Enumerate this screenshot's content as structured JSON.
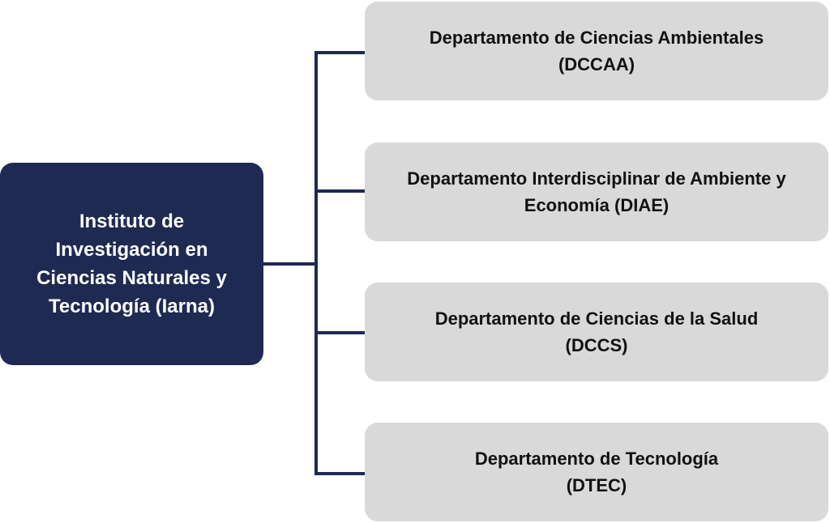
{
  "root": {
    "label": "Instituto de Investigación en Ciencias Naturales y Tecnología (Iarna)"
  },
  "departments": [
    {
      "label": "Departamento de Ciencias Ambientales (DCCAA)"
    },
    {
      "label": "Departamento Interdisciplinar de Ambiente y Economía (DIAE)"
    },
    {
      "label": "Departamento de Ciencias de la Salud (DCCS)"
    },
    {
      "label": "Departamento de Tecnología (DTEC)"
    }
  ],
  "colors": {
    "root": "#1f2a52",
    "department": "#d9d9d9",
    "connector": "#1f2a52"
  }
}
